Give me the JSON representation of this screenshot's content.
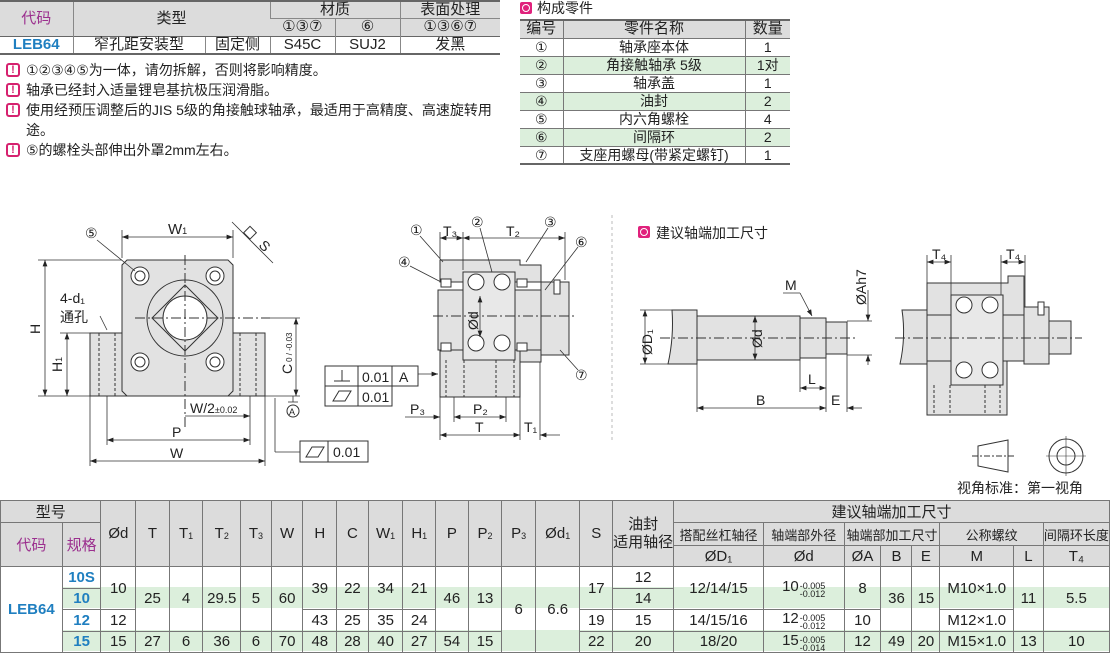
{
  "spec_table": {
    "headers": {
      "code": "代码",
      "type": "类型",
      "material": "材质",
      "surface": "表面处理",
      "mat_parts_1": "①③⑦",
      "mat_parts_2": "⑥",
      "surface_parts": "①③⑥⑦"
    },
    "row": {
      "code": "LEB64",
      "type": "窄孔距安装型",
      "side": "固定侧",
      "mat1": "S45C",
      "mat2": "SUJ2",
      "surface": "发黑"
    }
  },
  "notes": [
    "①②③④⑤为一体，请勿拆解，否则将影响精度。",
    "轴承已经封入适量锂皂基抗极压润滑脂。",
    "使用经预压调整后的JIS 5级的角接触球轴承，最适用于高精度、高速旋转用途。",
    "⑤的螺栓头部伸出外罩2mm左右。"
  ],
  "parts": {
    "title": "构成零件",
    "headers": [
      "编号",
      "零件名称",
      "数量"
    ],
    "rows": [
      [
        "①",
        "轴承座本体",
        "1"
      ],
      [
        "②",
        "角接触轴承 5级",
        "1对"
      ],
      [
        "③",
        "轴承盖",
        "1"
      ],
      [
        "④",
        "油封",
        "2"
      ],
      [
        "⑤",
        "内六角螺栓",
        "4"
      ],
      [
        "⑥",
        "间隔环",
        "2"
      ],
      [
        "⑦",
        "支座用螺母(带紧定螺钉)",
        "1"
      ]
    ]
  },
  "drawing_front": {
    "callout5": "⑤",
    "W1": "W",
    "W1_sub": "1",
    "S": "S",
    "H": "H",
    "H1": "H",
    "H1_sub": "1",
    "hole1": "4-d₁",
    "hole2": "通孔",
    "C": "C",
    "C_tol": "0 / -0.03",
    "W2": "W/2",
    "W2_tol": "±0.02",
    "P": "P",
    "W": "W",
    "datum": "A",
    "tol_frame1": {
      "perp": "0.01",
      "datum": "A",
      "flat": "0.01"
    },
    "tol_frame2": {
      "parallel": "0.01"
    }
  },
  "drawing_side": {
    "c1": "①",
    "c2": "②",
    "c3": "③",
    "c4": "④",
    "c6": "⑥",
    "c7": "⑦",
    "T3": "T₃",
    "T2": "T₂",
    "d": "Ød",
    "P3": "P₃",
    "P2": "P₂",
    "T": "T",
    "T1": "T₁"
  },
  "drawing_shaft": {
    "title": "建议轴端加工尺寸",
    "D1": "ØD₁",
    "d": "Ød",
    "M": "M",
    "A": "ØAh7",
    "L": "L",
    "B": "B",
    "E": "E",
    "T4a": "T₄",
    "T4b": "T₄",
    "projection": "视角标准：第一视角"
  },
  "main_table": {
    "h_model": "型号",
    "h_code": "代码",
    "h_size": "规格",
    "cols": [
      [
        "Ød",
        ""
      ],
      [
        "T",
        ""
      ],
      [
        "T",
        "1"
      ],
      [
        "T",
        "2"
      ],
      [
        "T",
        "3"
      ],
      [
        "W",
        ""
      ],
      [
        "H",
        ""
      ],
      [
        "C",
        ""
      ],
      [
        "W",
        "1"
      ],
      [
        "H",
        "1"
      ],
      [
        "P",
        ""
      ],
      [
        "P",
        "2"
      ],
      [
        "P",
        "3"
      ],
      [
        "Ød",
        "1"
      ],
      [
        "S",
        ""
      ]
    ],
    "h_seal1": "油封",
    "h_seal2": "适用轴径",
    "h_rec": "建议轴端加工尺寸",
    "h_sub": [
      "搭配丝杠轴径",
      "轴端部外径",
      "轴端部加工尺寸",
      "公称螺纹",
      "间隔环长度"
    ],
    "h_sym": [
      "ØD₁",
      "Ød",
      "ØA",
      "B",
      "E",
      "M",
      "L",
      "T₄"
    ],
    "code": "LEB64",
    "sizes": [
      "10S",
      "10",
      "12",
      "15"
    ],
    "d": [
      "10",
      "12",
      "15"
    ],
    "T": [
      "25",
      "27"
    ],
    "T1": [
      "4",
      "6"
    ],
    "T2": [
      "29.5",
      "36"
    ],
    "T3": [
      "5",
      "6"
    ],
    "W": [
      "60",
      "70"
    ],
    "H": [
      "39",
      "43",
      "48"
    ],
    "C": [
      "22",
      "25",
      "28"
    ],
    "W1": [
      "34",
      "35",
      "40"
    ],
    "H1": [
      "21",
      "24",
      "27"
    ],
    "P": [
      "46",
      "54"
    ],
    "P2": [
      "13",
      "15"
    ],
    "P3": "6",
    "d1": "6.6",
    "S": [
      "17",
      "19",
      "22"
    ],
    "seal": [
      "12",
      "14",
      "15",
      "20"
    ],
    "D1": [
      "12/14/15",
      "14/15/16",
      "18/20"
    ],
    "sd": [
      {
        "v": "10",
        "up": "-0.005",
        "lo": "-0.012"
      },
      {
        "v": "12",
        "up": "-0.005",
        "lo": "-0.012"
      },
      {
        "v": "15",
        "up": "-0.005",
        "lo": "-0.014"
      }
    ],
    "A": [
      "8",
      "10",
      "12"
    ],
    "B": [
      "36",
      "49"
    ],
    "E": [
      "15",
      "20"
    ],
    "M": [
      "M10×1.0",
      "M12×1.0",
      "M15×1.0"
    ],
    "L": [
      "11",
      "13"
    ],
    "T4": [
      "5.5",
      "10"
    ]
  },
  "colors": {
    "header_bg": "#dcdcdc",
    "stripe": "#dcefdc",
    "code_purple": "#9b2f8e",
    "code_blue": "#1f7fc0",
    "accent": "#e0217c"
  }
}
